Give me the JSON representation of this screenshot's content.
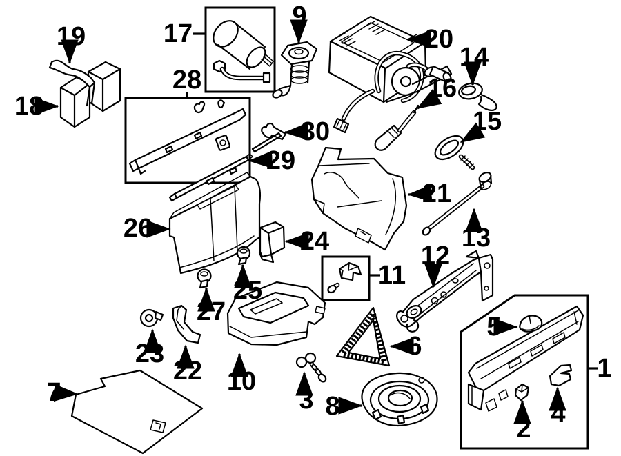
{
  "diagram": {
    "background_color": "#ffffff",
    "line_color": "#000000",
    "boxed_parts": [
      "1",
      "11",
      "17",
      "28"
    ],
    "callouts": [
      {
        "label": "1"
      },
      {
        "label": "2"
      },
      {
        "label": "3"
      },
      {
        "label": "4"
      },
      {
        "label": "5"
      },
      {
        "label": "6"
      },
      {
        "label": "7"
      },
      {
        "label": "8"
      },
      {
        "label": "9"
      },
      {
        "label": "10"
      },
      {
        "label": "11"
      },
      {
        "label": "12"
      },
      {
        "label": "13"
      },
      {
        "label": "14"
      },
      {
        "label": "15"
      },
      {
        "label": "16"
      },
      {
        "label": "17"
      },
      {
        "label": "18"
      },
      {
        "label": "19"
      },
      {
        "label": "20"
      },
      {
        "label": "21"
      },
      {
        "label": "22"
      },
      {
        "label": "23"
      },
      {
        "label": "24"
      },
      {
        "label": "25"
      },
      {
        "label": "26"
      },
      {
        "label": "27"
      },
      {
        "label": "28"
      },
      {
        "label": "29"
      },
      {
        "label": "30"
      }
    ]
  }
}
